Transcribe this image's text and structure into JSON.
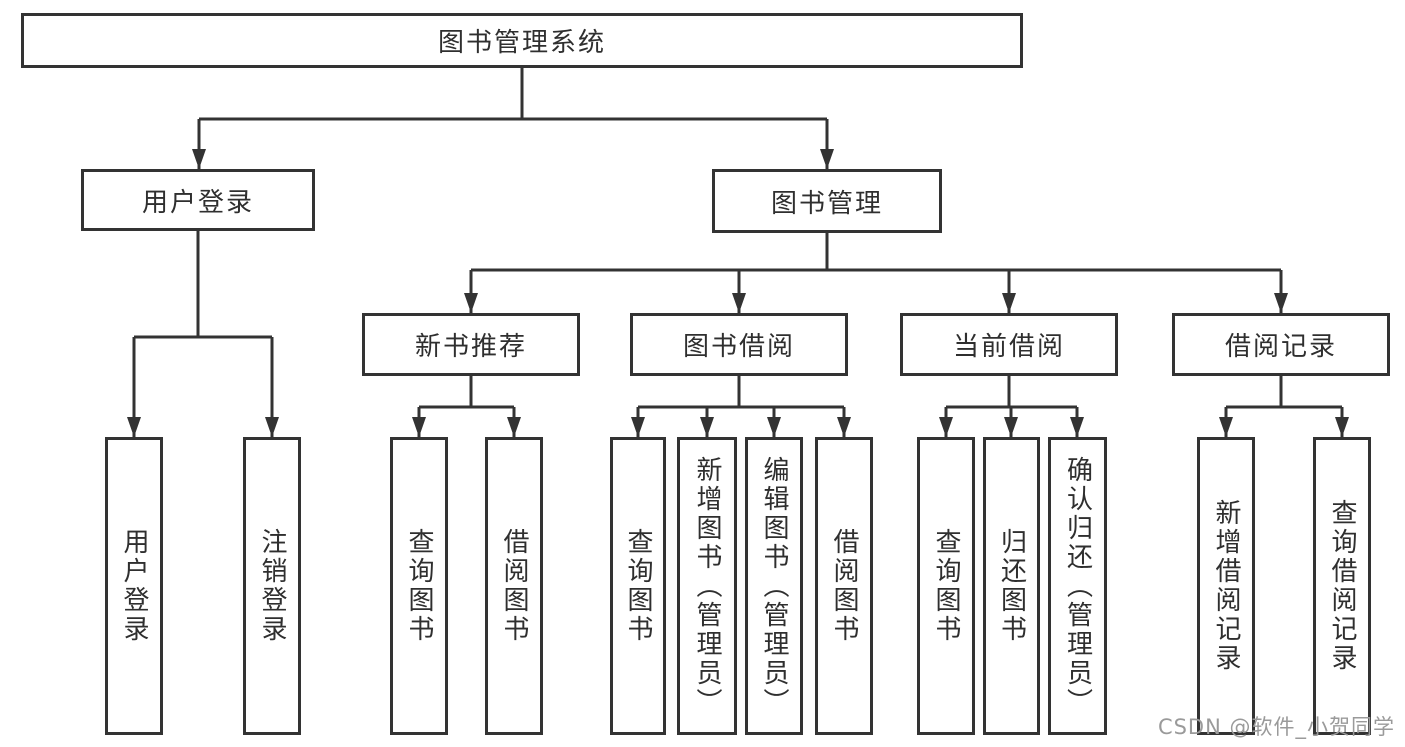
{
  "diagram": {
    "root": {
      "label": "图书管理系统"
    },
    "branches": {
      "user_login": {
        "label": "用户登录",
        "children": [
          {
            "label": "用户登录"
          },
          {
            "label": "注销登录"
          }
        ]
      },
      "book_mgmt": {
        "label": "图书管理",
        "groups": [
          {
            "label": "新书推荐",
            "children": [
              {
                "label": "查询图书"
              },
              {
                "label": "借阅图书"
              }
            ]
          },
          {
            "label": "图书借阅",
            "children": [
              {
                "label": "查询图书"
              },
              {
                "label": "新增图书（管理员）"
              },
              {
                "label": "编辑图书（管理员）"
              },
              {
                "label": "借阅图书"
              }
            ]
          },
          {
            "label": "当前借阅",
            "children": [
              {
                "label": "查询图书"
              },
              {
                "label": "归还图书"
              },
              {
                "label": "确认归还（管理员）"
              }
            ]
          },
          {
            "label": "借阅记录",
            "children": [
              {
                "label": "新增借阅记录"
              },
              {
                "label": "查询借阅记录"
              }
            ]
          }
        ]
      }
    }
  },
  "watermark": {
    "text": "CSDN @软件_小贺同学"
  },
  "colors": {
    "line": "#333333",
    "text": "#2f2f2f",
    "background": "#ffffff",
    "watermark": "#9a9a9a"
  }
}
